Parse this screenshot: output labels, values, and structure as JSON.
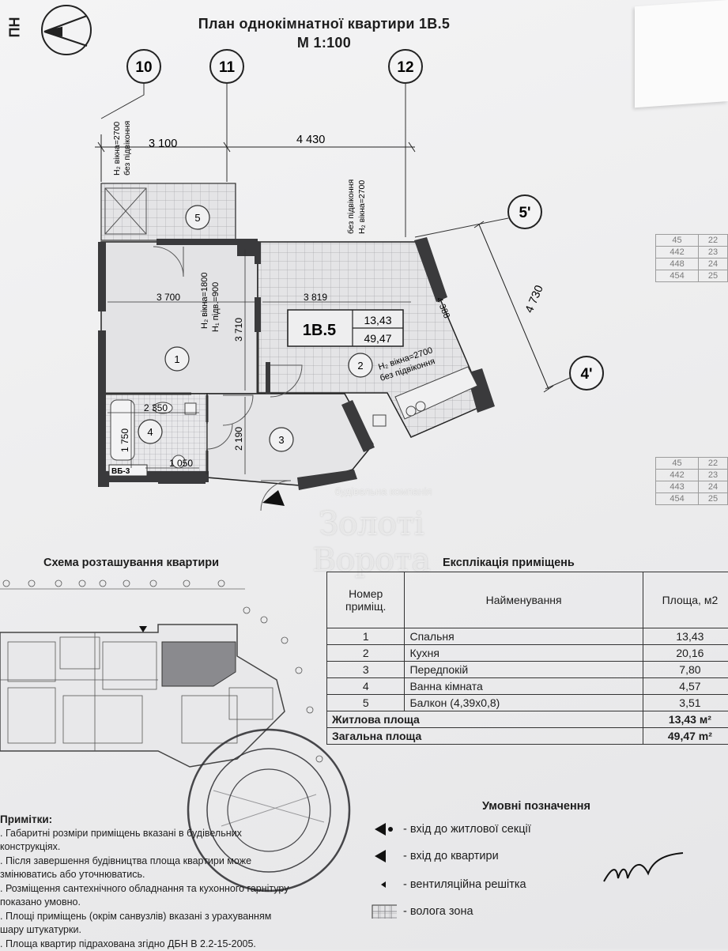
{
  "header": {
    "title_line1": "План однокімнатної квартири 1В.5",
    "title_line2": "М 1:100",
    "north_label": "ПН"
  },
  "plan": {
    "axes": {
      "a10": "10",
      "a11": "11",
      "a12": "12",
      "a5p": "5'",
      "a4p": "4'"
    },
    "dims": {
      "d3100": "3 100",
      "d4430": "4 430",
      "d4730": "4 730",
      "d3700": "3 700",
      "d3819": "3 819",
      "d3710": "3 710",
      "d4388": "4 388",
      "d2350": "2 350",
      "d1750": "1 750",
      "d2190": "2 190",
      "d1050": "1 050"
    },
    "window_notes": {
      "w_left_1": "H₂ вікна=2700",
      "w_left_2": "без підвіконня",
      "w_mid_1": "без підвіконня",
      "w_mid_2": "H₂ вікна=2700",
      "w_room1_1": "H₂ вікна=1800",
      "w_room1_2": "H₁ підв.=900",
      "w_kitchen_1": "H₂ вікна=2700",
      "w_kitchen_2": "без підвіконня"
    },
    "rooms": {
      "r1": "1",
      "r2": "2",
      "r3": "3",
      "r4": "4",
      "r5": "5"
    },
    "apt_code": "1В.5",
    "apt_area_living": "13,43",
    "apt_area_total": "49,47",
    "vent_shaft_label": "ВБ-3"
  },
  "side_tables": [
    {
      "rows": [
        [
          "45",
          "22"
        ],
        [
          "442",
          "23"
        ],
        [
          "448",
          "24"
        ],
        [
          "454",
          "25"
        ]
      ]
    },
    {
      "rows": [
        [
          "45",
          "22"
        ],
        [
          "442",
          "23"
        ],
        [
          "443",
          "24"
        ],
        [
          "454",
          "25"
        ]
      ]
    }
  ],
  "schema": {
    "title": "Схема розташування квартири"
  },
  "explication": {
    "title": "Експлікація приміщень",
    "headers": {
      "num": "Номер приміщ.",
      "name": "Найменування",
      "area": "Площа, м2"
    },
    "rows": [
      {
        "num": "1",
        "name": "Спальня",
        "area": "13,43"
      },
      {
        "num": "2",
        "name": "Кухня",
        "area": "20,16"
      },
      {
        "num": "3",
        "name": "Передпокій",
        "area": "7,80"
      },
      {
        "num": "4",
        "name": "Ванна кімната",
        "area": "4,57"
      },
      {
        "num": "5",
        "name": "Балкон (4,39х0,8)",
        "area": "3,51"
      }
    ],
    "living_label": "Житлова площа",
    "living_value": "13,43 м²",
    "total_label": "Загальна площа",
    "total_value": "49,47 m²"
  },
  "legend": {
    "title": "Умовні позначення",
    "items": {
      "section_entry": "- вхід до житлової секції",
      "apt_entry": "- вхід до квартири",
      "vent": "- вентиляційна решітка",
      "wet": "- волога зона"
    }
  },
  "notes": {
    "heading": "Примітки:",
    "n1": ". Габаритні розміри приміщень вказані в будівельних",
    "n1b": "конструкціях.",
    "n2": ". Після завершення будівництва площа квартири може",
    "n2b": "змінюватись або уточнюватись.",
    "n3": ". Розміщення сантехнічного обладнання та кухонного гарнітуру",
    "n3b": "показано умовно.",
    "n4": ". Площі приміщень (окрім санвузлів) вказані з урахуванням",
    "n4b": "шару штукатурки.",
    "n5": ". Площа квартир підрахована згідно ДБН В 2.2-15-2005."
  },
  "watermark": {
    "small": "будівельна компанія",
    "big": "Золоті Ворота"
  },
  "signature": {
    "text": "Мп"
  }
}
